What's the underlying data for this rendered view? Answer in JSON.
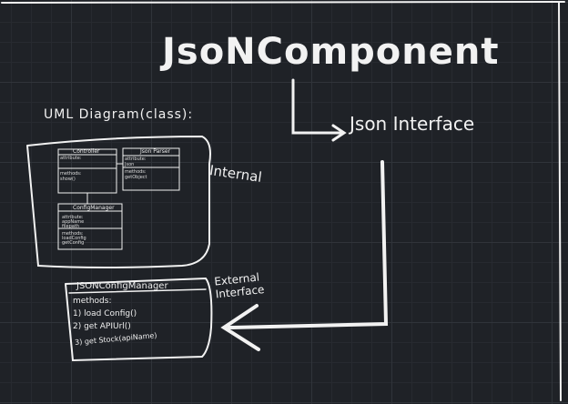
{
  "title": "JsoNComponent",
  "interface_label": "Json Interface",
  "uml_heading": "UML Diagram(class):",
  "internal_label": "Internal",
  "external_label": "External Interface",
  "uml_classes": [
    {
      "name": "Controller",
      "attributes": [
        "attribute:"
      ],
      "methods": [
        "methods:",
        "show()"
      ]
    },
    {
      "name": "Json Parser",
      "attributes": [
        "attribute:",
        "Json"
      ],
      "methods": [
        "methods:",
        "getObject"
      ]
    },
    {
      "name": "ConfigManager",
      "attributes": [
        "attribute:",
        "appName",
        "filepath"
      ],
      "methods": [
        "methods:",
        "loadConfig",
        "getConfig"
      ]
    }
  ],
  "manager": {
    "name": "JSONConfigManager",
    "methods_label": "methods:",
    "methods": [
      "1) load Config()",
      "2) get APIUrl()",
      "3) get Stock(apiName)"
    ]
  },
  "colors": {
    "background": "#1f2227",
    "ink": "#f2f2f2"
  }
}
